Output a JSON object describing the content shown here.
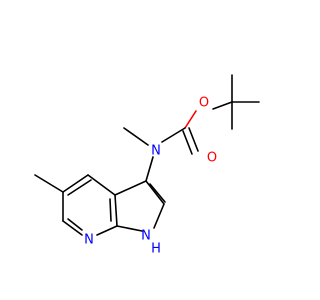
{
  "molecule": {
    "atoms": {
      "n_carbamate": "N",
      "o_ester": "O",
      "o_carbonyl": "O",
      "n_pyridine": "N",
      "n_pyrrole": "N",
      "h_pyrrole": "H"
    },
    "colors": {
      "bond": "#000000",
      "nitrogen": "#0000ff",
      "oxygen": "#ff0000"
    }
  }
}
